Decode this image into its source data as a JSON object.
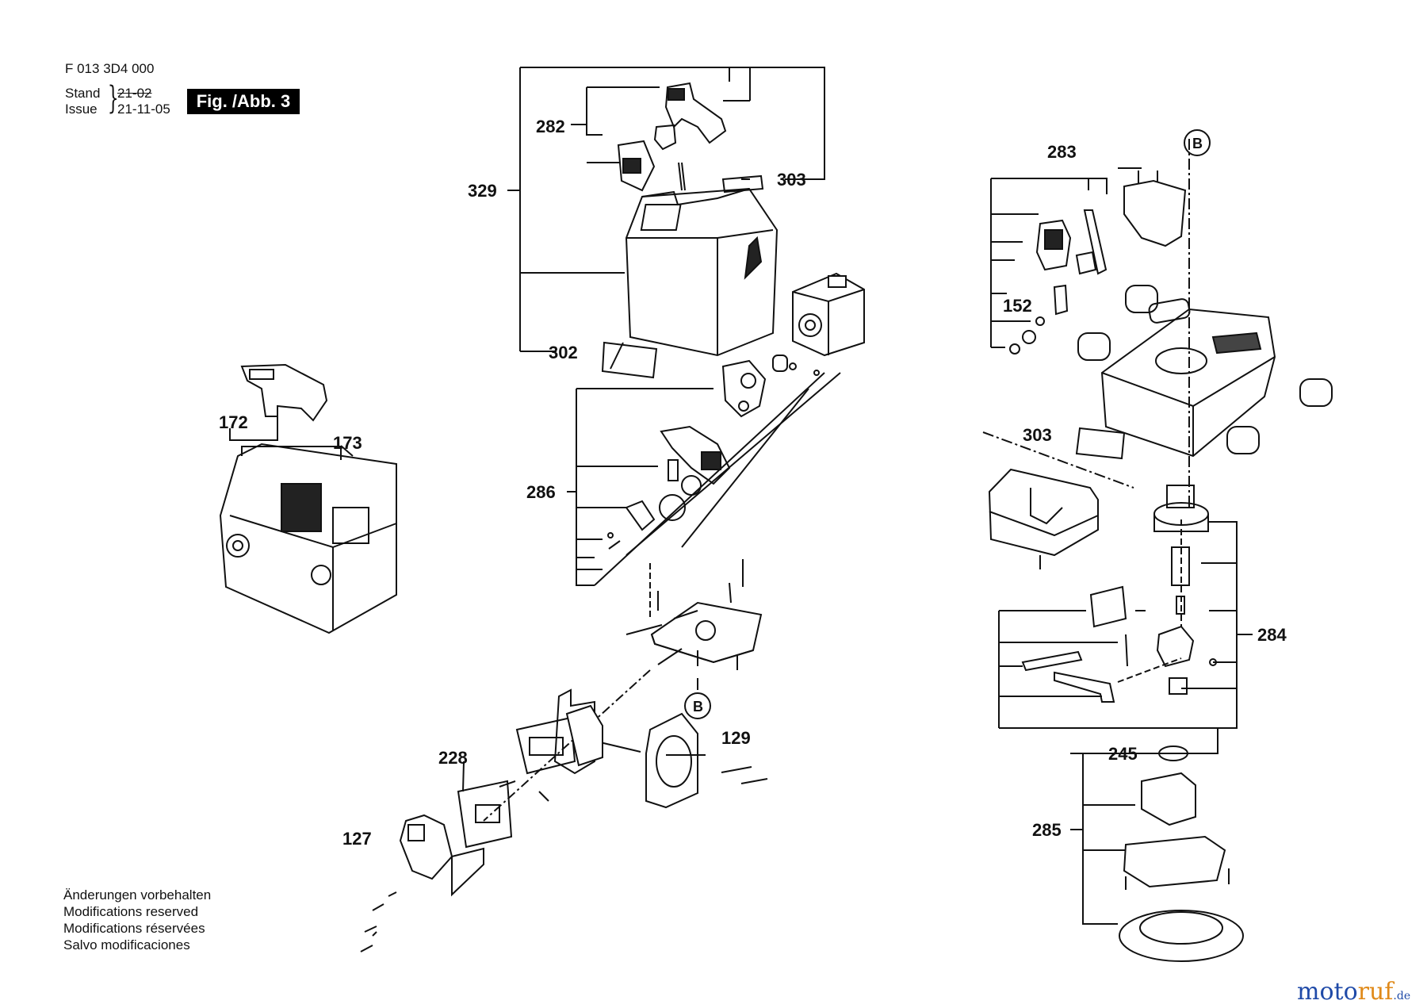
{
  "header": {
    "drawing_number": "F 013 3D4 000",
    "stand_label": "Stand",
    "issue_label": "Issue",
    "stand_value": "21-02",
    "issue_value": "21-11-05",
    "figure_label": "Fig. /Abb. 3"
  },
  "callouts": {
    "c329": "329",
    "c282": "282",
    "c303_top": "303",
    "c302": "302",
    "c286": "286",
    "c172": "172",
    "c173": "173",
    "c283": "283",
    "c152": "152",
    "c303_right": "303",
    "c284": "284",
    "c245": "245",
    "c285": "285",
    "c129": "129",
    "c228": "228",
    "c127": "127"
  },
  "markers": {
    "b_top": "B",
    "b_mid": "B"
  },
  "notes": [
    "Änderungen vorbehalten",
    "Modifications reserved",
    "Modifications réservées",
    "Salvo modificaciones"
  ],
  "watermark": {
    "part1": "moto",
    "part2": "ruf",
    "suffix": ".de"
  }
}
